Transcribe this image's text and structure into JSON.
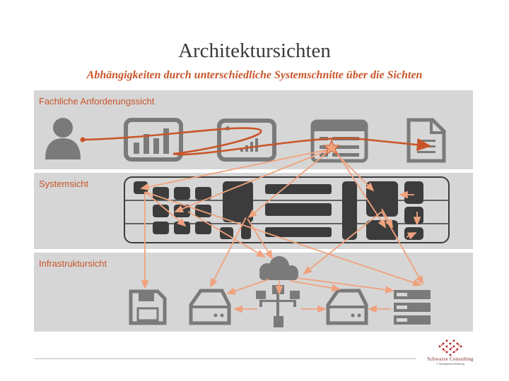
{
  "title": "Architektursichten",
  "subtitle": "Abhängigkeiten durch unterschiedliche Systemschnitte über die Sichten",
  "bands": [
    {
      "label": "Fachliche Anforderungssicht"
    },
    {
      "label": "Systemsicht"
    },
    {
      "label": "Infrastruktursicht"
    }
  ],
  "colors": {
    "accent": "#c8552a",
    "arrow": "#f0a27d",
    "icon": "#7a7a7a",
    "dark": "#3c3c3c",
    "band": "#d6d6d6"
  },
  "icons": [
    "user-icon",
    "bar-chart-icon",
    "dashboard-icon",
    "form-icon",
    "document-icon",
    "floppy-disk-icon",
    "hard-drive-icon",
    "network-icon",
    "cloud-icon",
    "server-icon",
    "star-icon"
  ],
  "logo": {
    "name": "Schwarze Consulting",
    "tagline": "IT Management Beratung"
  }
}
